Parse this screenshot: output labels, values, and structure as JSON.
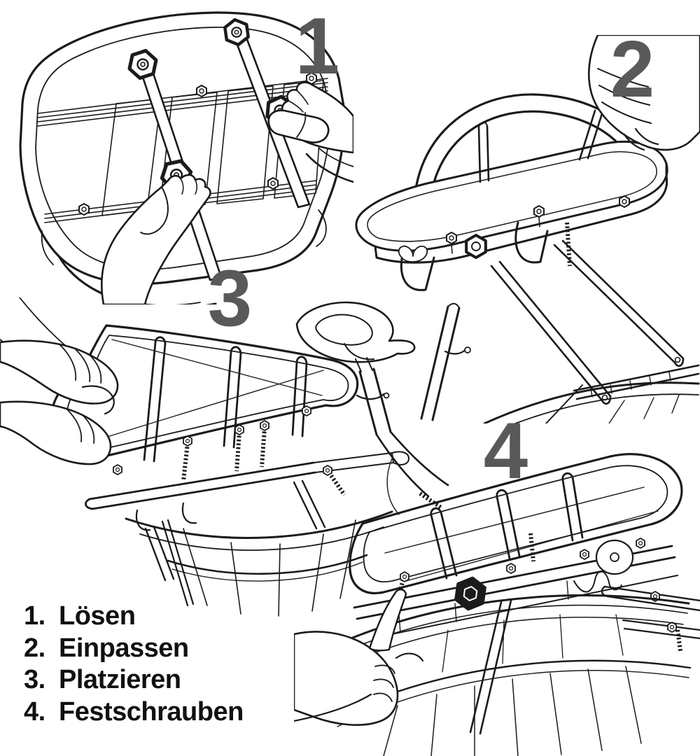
{
  "sheet": {
    "background": "#ffffff",
    "line_color": "#1b1b1b",
    "number_color": "#59595b",
    "language": "de"
  },
  "steps": [
    {
      "number": "1",
      "label": "Lösen"
    },
    {
      "number": "2",
      "label": "Einpassen"
    },
    {
      "number": "3",
      "label": "Platzieren"
    },
    {
      "number": "4",
      "label": "Festschrauben"
    }
  ],
  "legend": [
    {
      "marker": "1.",
      "label": "Lösen"
    },
    {
      "marker": "2.",
      "label": "Einpassen"
    },
    {
      "marker": "3.",
      "label": "Platzieren"
    },
    {
      "marker": "4.",
      "label": "Festschrauben"
    }
  ]
}
